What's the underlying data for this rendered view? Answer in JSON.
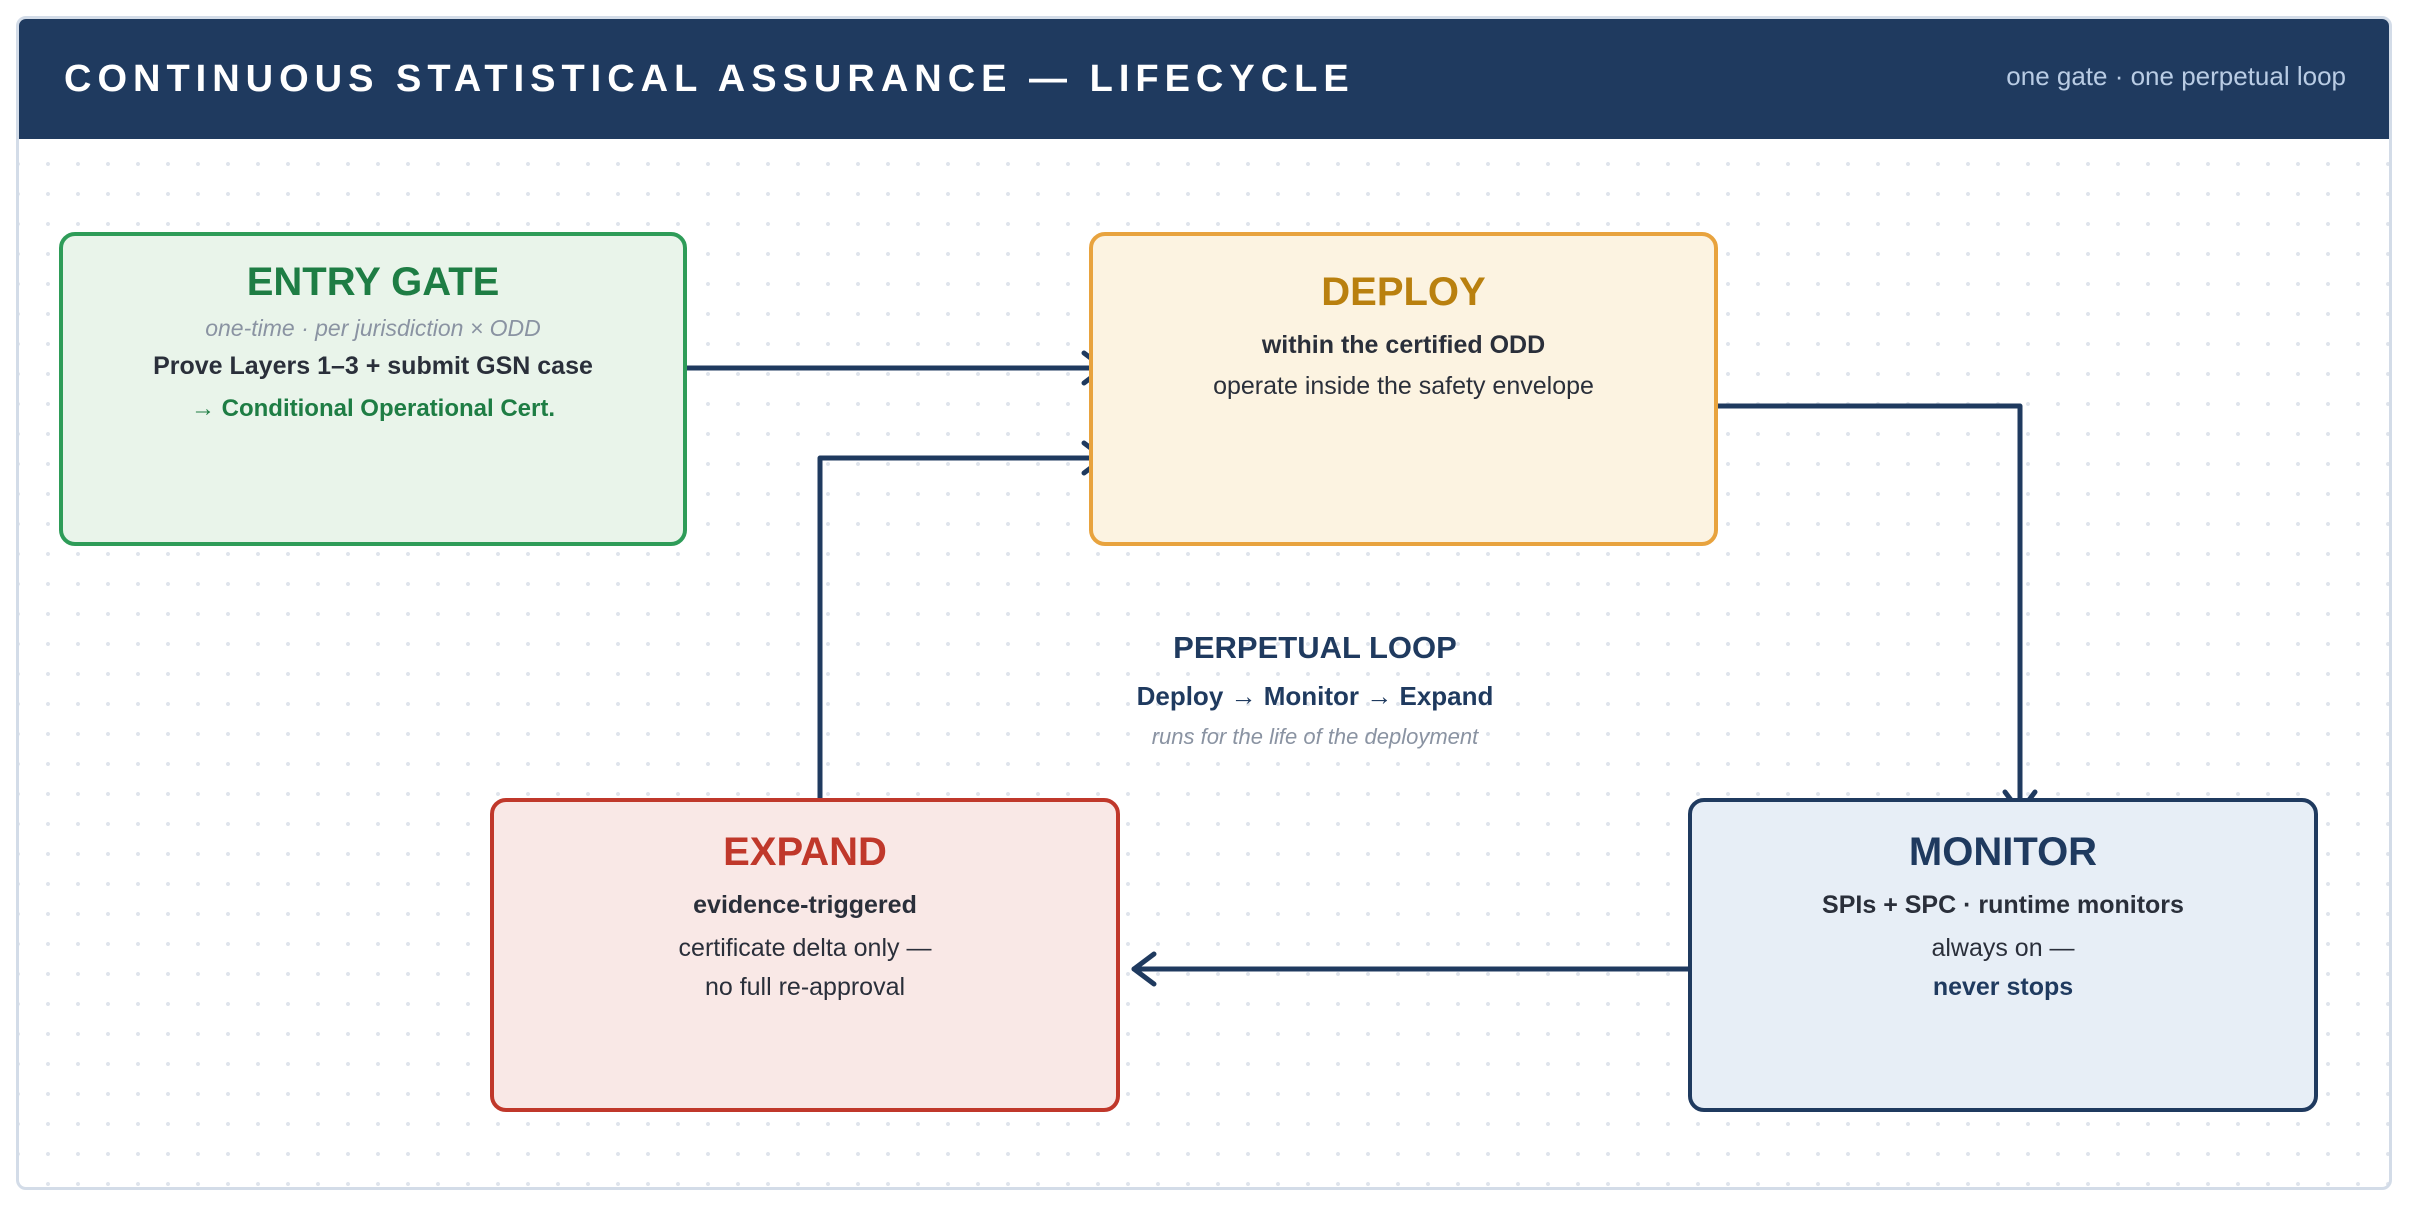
{
  "header": {
    "title": "CONTINUOUS STATISTICAL ASSURANCE — LIFECYCLE",
    "subtitle": "one gate · one perpetual loop"
  },
  "nodes": {
    "entry_gate": {
      "title": "ENTRY GATE",
      "note": "one-time · per jurisdiction × ODD",
      "line1": "Prove Layers 1–3 + submit GSN case",
      "line2": "→ Conditional Operational Cert.",
      "color": "#2e9c58"
    },
    "deploy": {
      "title": "DEPLOY",
      "line1": "within the certified ODD",
      "line2": "operate inside the safety envelope",
      "color": "#e8a33e"
    },
    "monitor": {
      "title": "MONITOR",
      "line1": "SPIs + SPC · runtime monitors",
      "line2": "always on —",
      "line3": "never stops",
      "color": "#1f3a5f"
    },
    "expand": {
      "title": "EXPAND",
      "line1": "evidence-triggered",
      "line2": "certificate delta only —",
      "line3": "no full re-approval",
      "color": "#c0382b"
    }
  },
  "loop": {
    "title": "PERPETUAL LOOP",
    "sequence": "Deploy → Monitor → Expand",
    "note": "runs for the life of the deployment"
  },
  "edges": [
    {
      "from": "entry_gate",
      "to": "deploy"
    },
    {
      "from": "deploy",
      "to": "monitor"
    },
    {
      "from": "monitor",
      "to": "expand"
    },
    {
      "from": "expand",
      "to": "deploy"
    }
  ]
}
